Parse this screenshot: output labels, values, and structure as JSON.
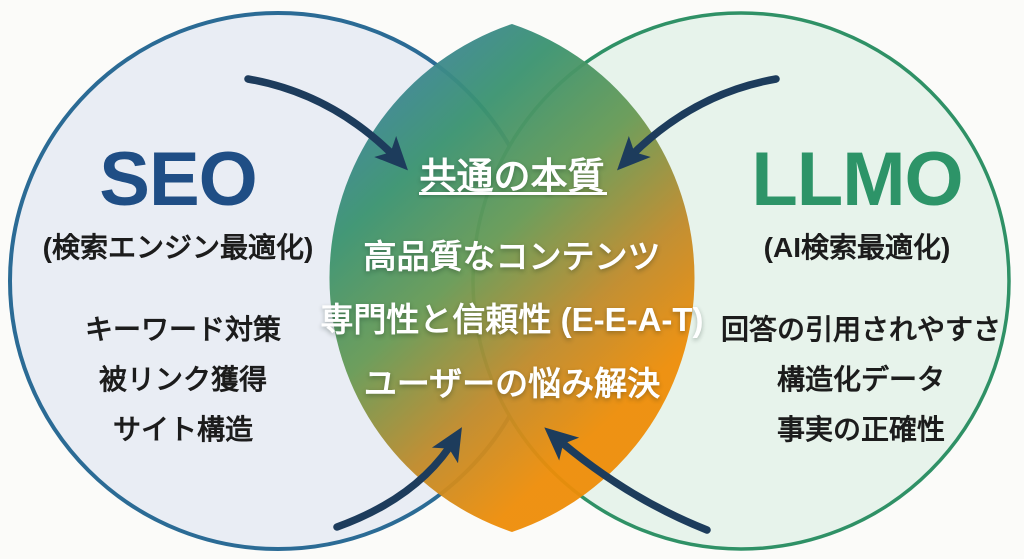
{
  "diagram": {
    "background": "#fbfbf9",
    "text_color": "#1c1c1c",
    "left_circle": {
      "title": "SEO",
      "subtitle": "(検索エンジン最適化)",
      "items": [
        "キーワード対策",
        "被リンク獲得",
        "サイト構造"
      ],
      "title_color": "#1f4e85",
      "fill": "#e9edf4",
      "border_color": "#2b6b95"
    },
    "right_circle": {
      "title": "LLMO",
      "subtitle": "(AI検索最適化)",
      "items": [
        "回答の引用されやすさ",
        "構造化データ",
        "事実の正確性"
      ],
      "title_color": "#2d9468",
      "fill": "#e7f3eb",
      "border_color": "#2f9166"
    },
    "overlap": {
      "heading": "共通の本質",
      "items": [
        "高品質なコンテンツ",
        "専門性と信頼性 (E-E-A-T)",
        "ユーザーの悩み解決"
      ],
      "text_color": "#ffffff",
      "gradient": [
        "#3f7dad",
        "#3a9370",
        "#679a55",
        "#c08a2a",
        "#ee8d08"
      ]
    },
    "arrows": {
      "color": "#1d3c5c"
    }
  }
}
